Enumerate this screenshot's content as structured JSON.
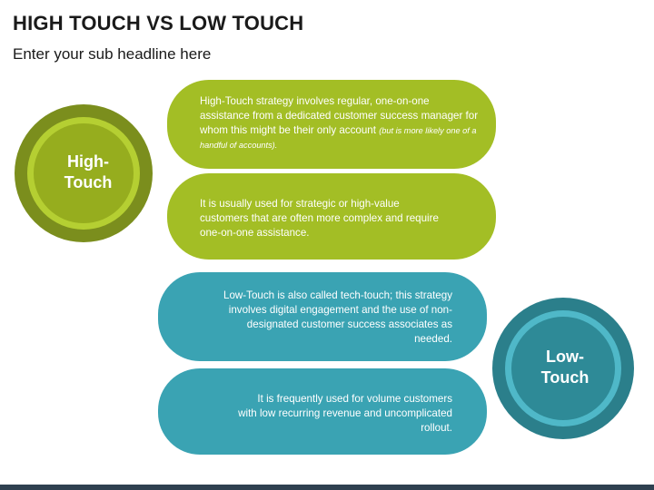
{
  "header": {
    "title": "HIGH TOUCH VS LOW TOUCH",
    "subtitle": "Enter your sub headline here"
  },
  "high_touch": {
    "label": "High-\nTouch",
    "color": "#a3be25",
    "circle_outer_color": "#7b8e1d",
    "circle_ring_color": "#b5cf32",
    "box1_text": "High-Touch strategy involves regular, one-on-one assistance from a dedicated customer success manager for whom this might be their only account",
    "box1_note": "(but is more likely one of a handful of accounts).",
    "box2_text": "It is usually used for strategic or high-value customers that are often more complex and require one-on-one assistance."
  },
  "low_touch": {
    "label": "Low-\nTouch",
    "color": "#3aa3b3",
    "circle_outer_color": "#2b7f8b",
    "circle_ring_color": "#4fb8c8",
    "box1_text": "Low-Touch is also called tech-touch; this strategy involves digital engagement and the use of non-designated customer success associates as needed.",
    "box2_text": "It is frequently used for volume customers with low recurring revenue and uncomplicated rollout."
  }
}
